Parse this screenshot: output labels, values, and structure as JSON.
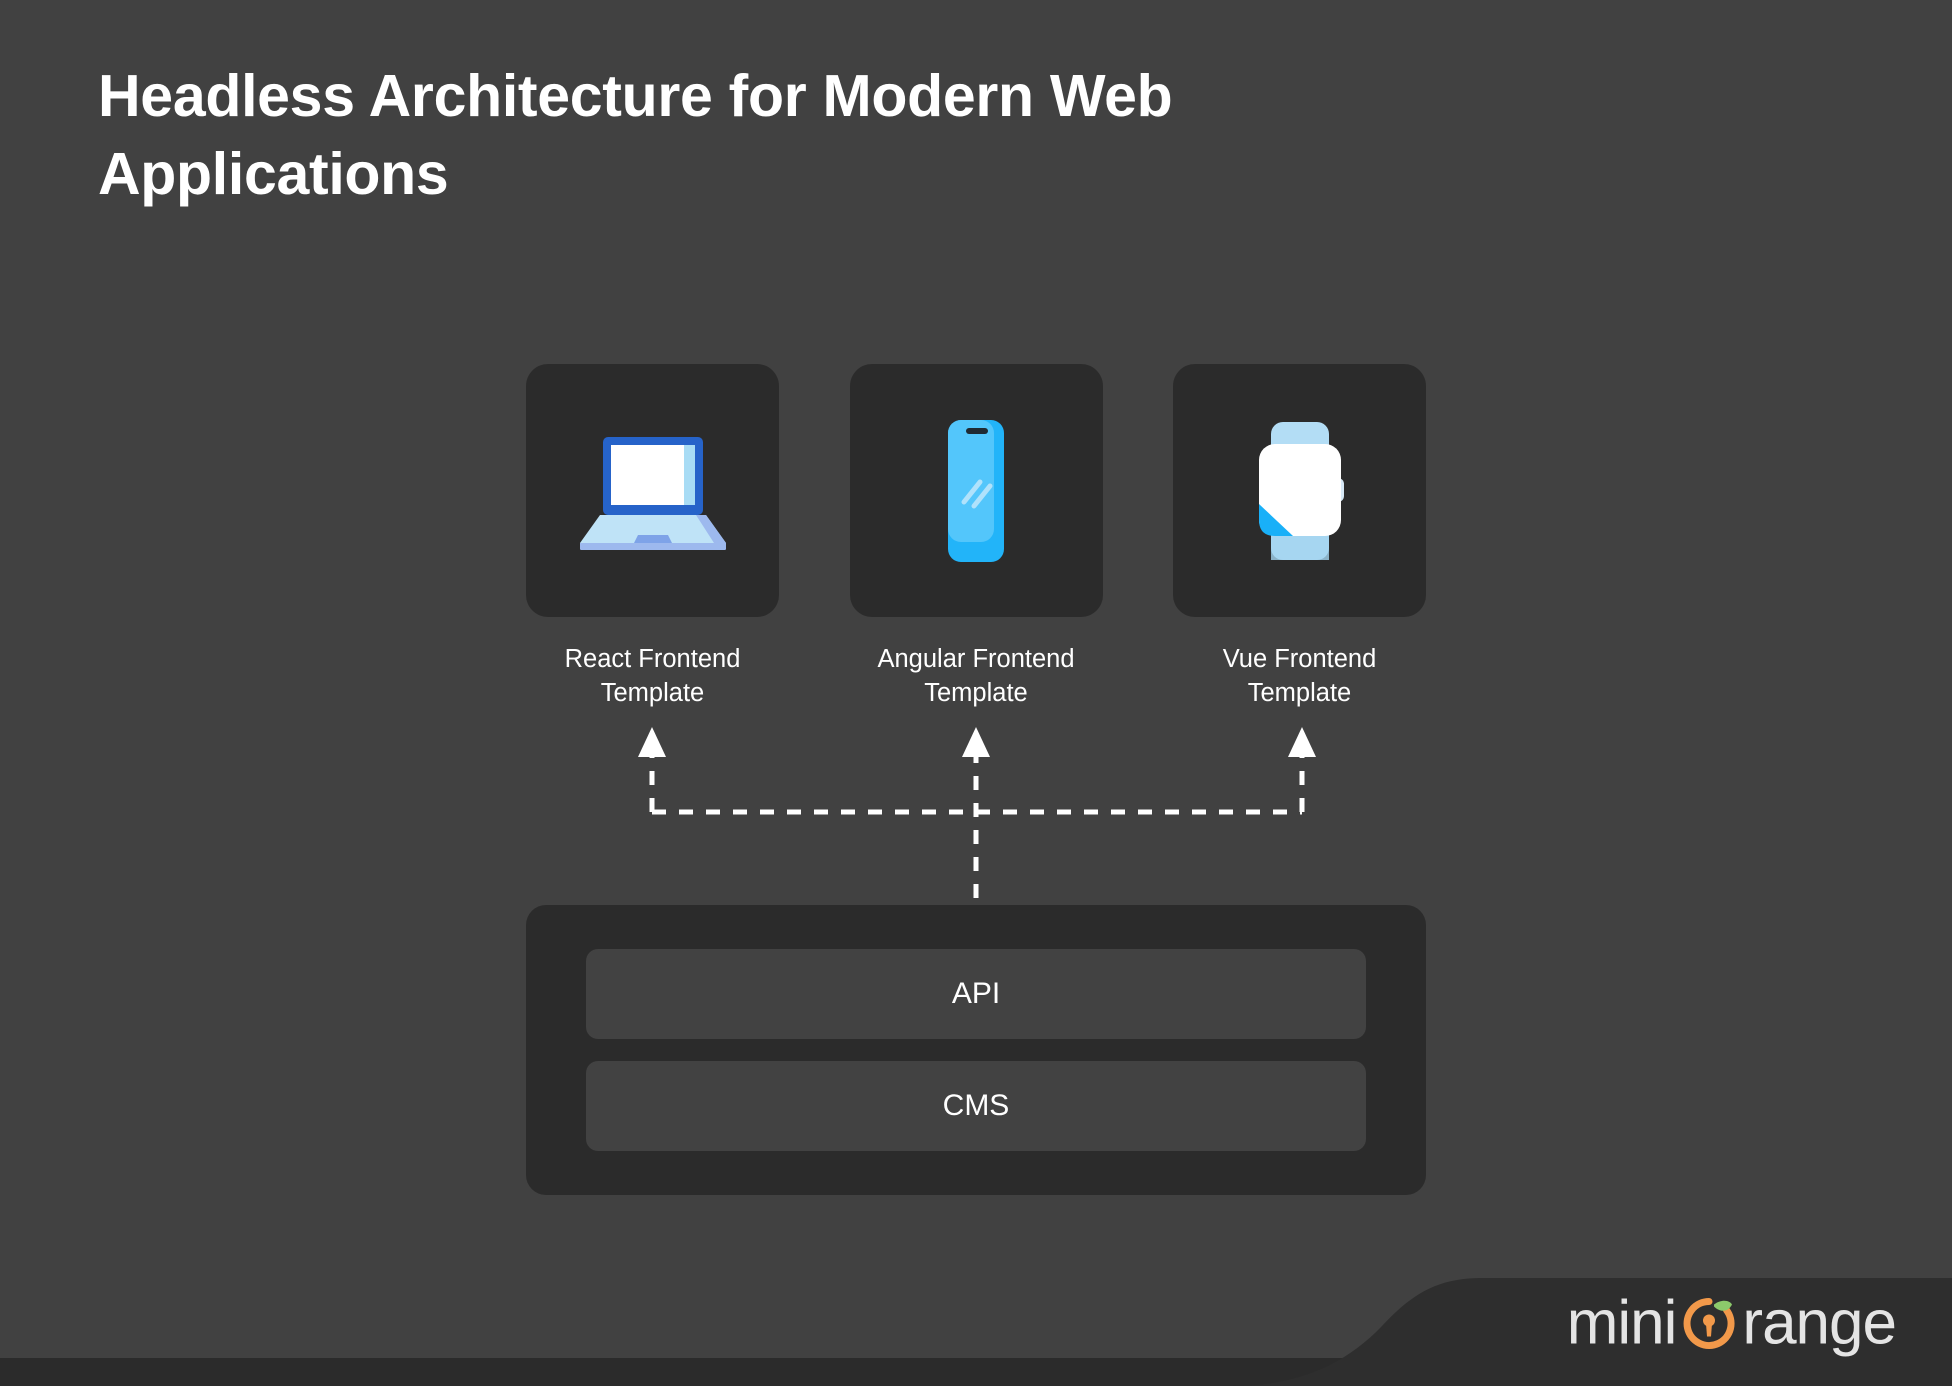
{
  "slide": {
    "title": "Headless Architecture for Modern Web Applications",
    "background_color": "#414141",
    "card_color": "#2b2b2b",
    "inner_box_color": "#424242",
    "text_color": "#ffffff",
    "connector_color": "#ffffff"
  },
  "frontends": [
    {
      "label": "React Frontend Template",
      "icon": "laptop-icon",
      "icon_colors": {
        "bezel": "#2663c9",
        "screen": "#ffffff",
        "screen_edge": "#a8dcf5",
        "base": "#bfe3f7",
        "base_shadow": "#9db9ee"
      }
    },
    {
      "label": "Angular Frontend Template",
      "icon": "smartphone-icon",
      "icon_colors": {
        "body": "#22b4f9",
        "body_light": "#53c6fb",
        "notch": "#1f2a33",
        "shine": "#b5e4fb"
      }
    },
    {
      "label": "Vue Frontend Template",
      "icon": "smartwatch-icon",
      "icon_colors": {
        "band": "#b3ddf5",
        "face": "#ffffff",
        "accent": "#19b0f8",
        "crown": "#d7e9f7"
      }
    }
  ],
  "backend": {
    "boxes": [
      {
        "label": "API"
      },
      {
        "label": "CMS"
      }
    ]
  },
  "logo": {
    "text_before": "mini",
    "text_after": "range",
    "icon": "orange-lock-icon",
    "ring_color": "#f2994a",
    "leaf_color": "#8cc96b",
    "text_color": "#e4e4e4",
    "banner_color": "#2e2e2e"
  },
  "connectors": {
    "description": "dashed-arrow-connectors",
    "arrow_targets": [
      "React Frontend Template",
      "Angular Frontend Template",
      "Vue Frontend Template"
    ],
    "source": "API"
  }
}
